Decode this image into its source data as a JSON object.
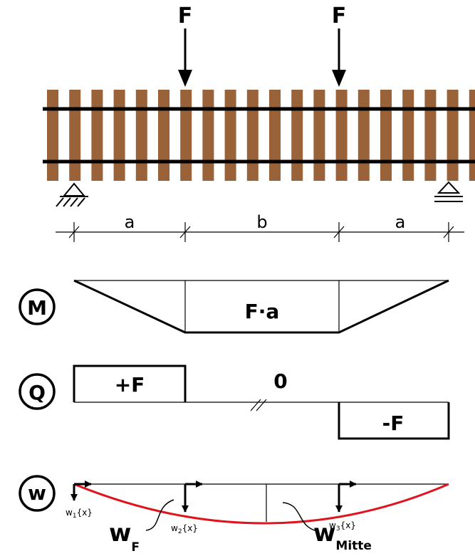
{
  "loads": {
    "left_force": "F",
    "right_force": "F"
  },
  "dimensions": {
    "span_left": "a",
    "span_middle": "b",
    "span_right": "a"
  },
  "moment_diagram": {
    "symbol": "M",
    "value_label": "F·a"
  },
  "shear_diagram": {
    "symbol": "Q",
    "left_label": "+F",
    "middle_label": "0",
    "right_label": "-F"
  },
  "deflection_diagram": {
    "symbol": "w",
    "w1_base": "w",
    "w1_sub": "1",
    "w1_arg": "{x}",
    "w2_base": "w",
    "w2_sub": "2",
    "w2_arg": "{x}",
    "w3_base": "w",
    "w3_sub": "3",
    "w3_arg": "{x}",
    "wF_base": "w",
    "wF_sub": "F",
    "wMitte_base": "w",
    "wMitte_sub": "Mitte"
  },
  "colors": {
    "sleeper": "#9a6238",
    "rail": "#000000",
    "deflection_curve": "#e0141e"
  }
}
